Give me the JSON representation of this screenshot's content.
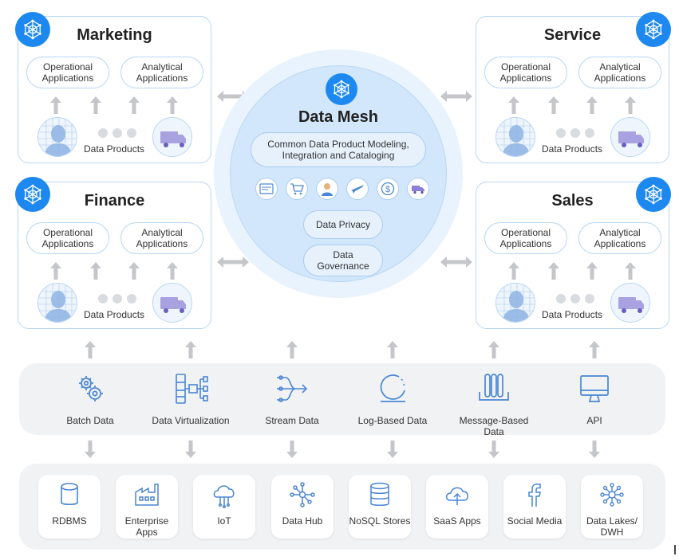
{
  "domains": {
    "marketing": {
      "title": "Marketing",
      "operational": "Operational Applications",
      "analytical": "Analytical Applications",
      "data_products": "Data Products"
    },
    "service": {
      "title": "Service",
      "operational": "Operational Applications",
      "analytical": "Analytical Applications",
      "data_products": "Data Products"
    },
    "finance": {
      "title": "Finance",
      "operational": "Operational Applications",
      "analytical": "Analytical Applications",
      "data_products": "Data Products"
    },
    "sales": {
      "title": "Sales",
      "operational": "Operational Applications",
      "analytical": "Analytical Applications",
      "data_products": "Data Products"
    }
  },
  "mesh": {
    "title": "Data Mesh",
    "modeling": "Common Data Product Modeling, Integration and Cataloging",
    "privacy": "Data Privacy",
    "governance": "Data Governance",
    "icons": [
      "dashboard-icon",
      "cart-icon",
      "person-icon",
      "plane-icon",
      "dollar-icon",
      "truck-icon"
    ]
  },
  "integration_styles": [
    {
      "label": "Batch Data",
      "icon": "gears-icon"
    },
    {
      "label": "Data Virtualization",
      "icon": "virtualization-icon"
    },
    {
      "label": "Stream Data",
      "icon": "stream-icon"
    },
    {
      "label": "Log-Based Data",
      "icon": "log-icon"
    },
    {
      "label": "Message-Based Data",
      "icon": "message-queue-icon"
    },
    {
      "label": "API",
      "icon": "monitor-icon"
    }
  ],
  "sources": [
    {
      "label": "RDBMS",
      "icon": "database-icon"
    },
    {
      "label": "Enterprise Apps",
      "icon": "factory-icon"
    },
    {
      "label": "IoT",
      "icon": "iot-cloud-icon"
    },
    {
      "label": "Data Hub",
      "icon": "hub-icon"
    },
    {
      "label": "NoSQL Stores",
      "icon": "nosql-icon"
    },
    {
      "label": "SaaS Apps",
      "icon": "saas-cloud-icon"
    },
    {
      "label": "Social Media",
      "icon": "facebook-icon"
    },
    {
      "label": "Data Lakes/ DWH",
      "icon": "network-icon"
    }
  ],
  "colors": {
    "accent": "#1d89f0",
    "border": "#b7d6f3",
    "mesh_fill": "#d2e7fb",
    "band": "#f1f2f4",
    "arrow": "#c4c6ca"
  }
}
